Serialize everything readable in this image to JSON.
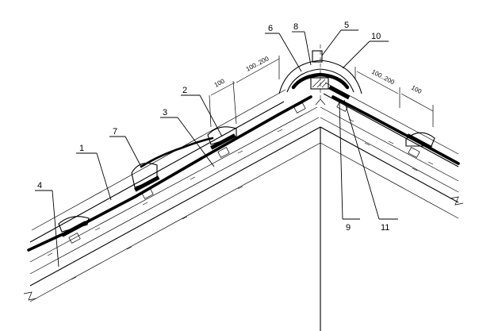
{
  "labels": {
    "l1": "1",
    "l2": "2",
    "l3": "3",
    "l4": "4",
    "l5": "5",
    "l6": "6",
    "l7": "7",
    "l8": "8",
    "l9": "9",
    "l10": "10",
    "l11": "11"
  },
  "dimensions": {
    "left_100": "100",
    "left_100_200": "100..200",
    "right_100_200": "100..200",
    "right_100": "100"
  }
}
